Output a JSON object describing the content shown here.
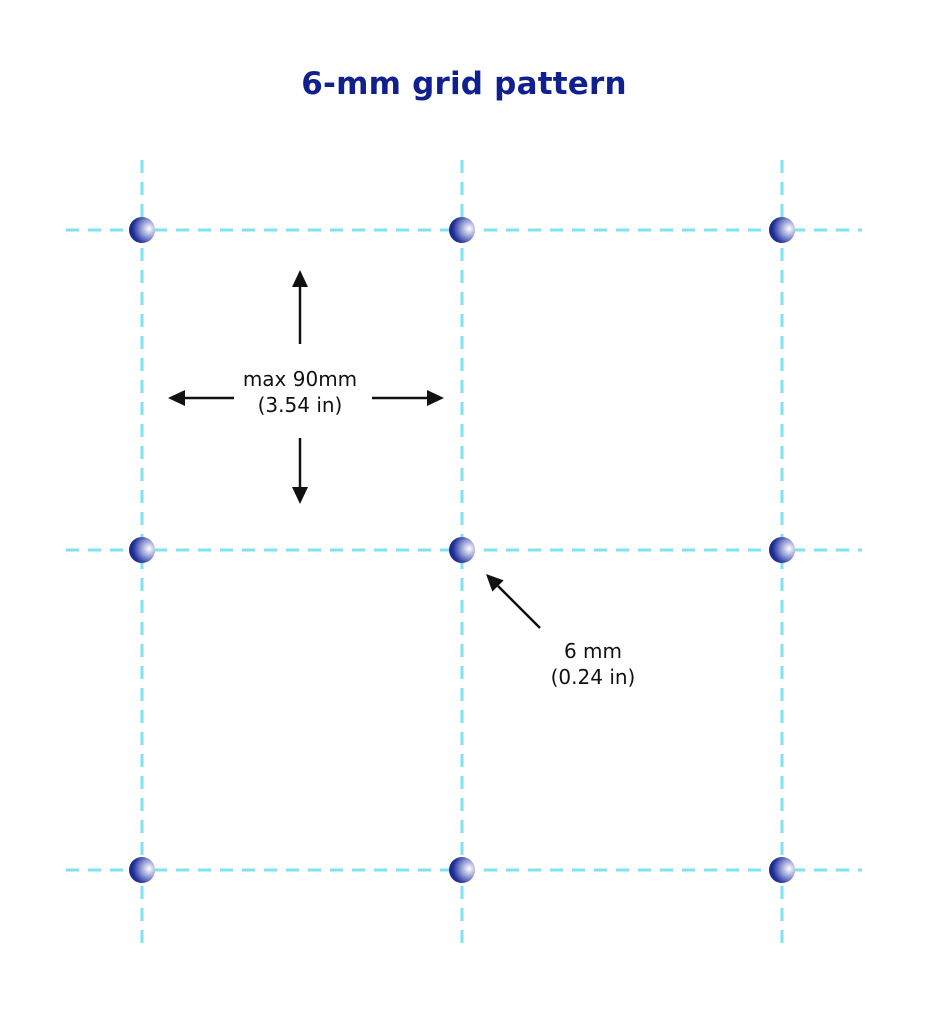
{
  "title": "6-mm grid pattern",
  "colors": {
    "title": "#10218f",
    "grid_line": "#7fe3ef",
    "dot_dark": "#16258f",
    "dot_light": "#ffffff",
    "arrow": "#111111"
  },
  "annotations": {
    "spacing": {
      "line1": "max 90mm",
      "line2": "(3.54 in)"
    },
    "dot": {
      "line1": "6 mm",
      "line2": "(0.24 in)"
    }
  },
  "grid": {
    "columns": 3,
    "rows": 3,
    "line_style": "dashed"
  }
}
